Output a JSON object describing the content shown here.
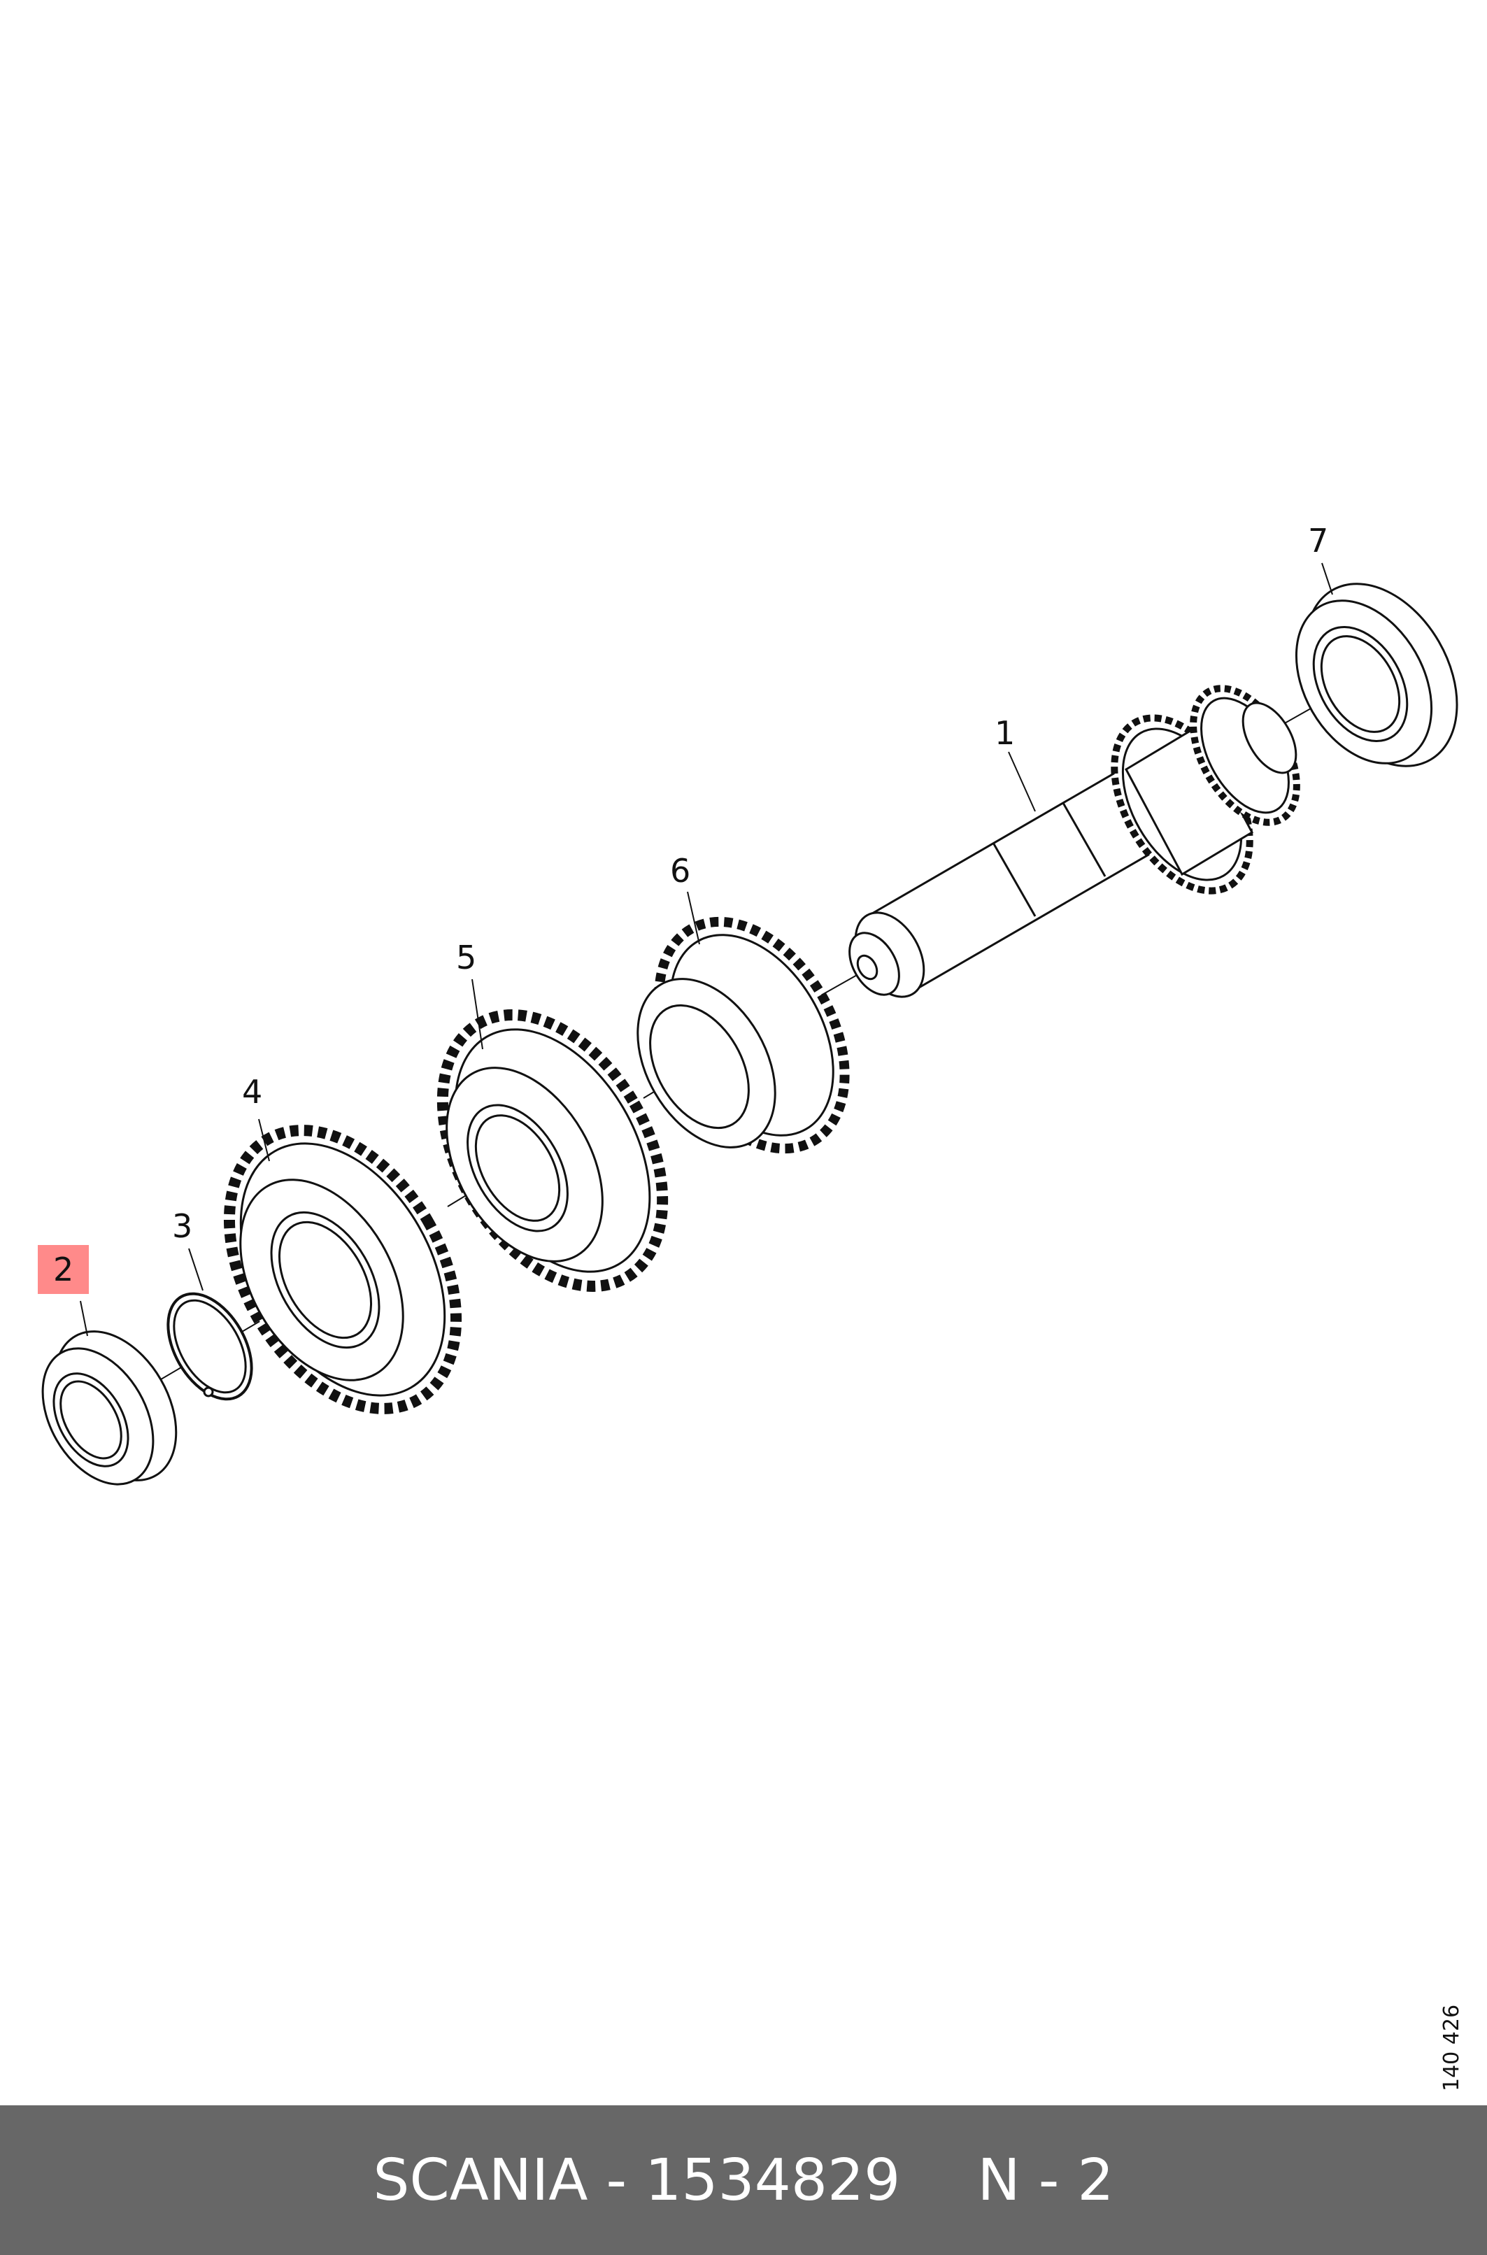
{
  "callouts": [
    {
      "id": "1",
      "label": "1",
      "highlighted": false
    },
    {
      "id": "2",
      "label": "2",
      "highlighted": true
    },
    {
      "id": "3",
      "label": "3",
      "highlighted": false
    },
    {
      "id": "4",
      "label": "4",
      "highlighted": false
    },
    {
      "id": "5",
      "label": "5",
      "highlighted": false
    },
    {
      "id": "6",
      "label": "6",
      "highlighted": false
    },
    {
      "id": "7",
      "label": "7",
      "highlighted": false
    }
  ],
  "drawing_number": "140 426",
  "footer": {
    "brand_part": "SCANIA - 1534829",
    "position": "N - 2"
  },
  "colors": {
    "highlight": "#ff8a8a",
    "footer_bg": "#676767",
    "footer_text": "#ffffff",
    "line": "#111111"
  }
}
